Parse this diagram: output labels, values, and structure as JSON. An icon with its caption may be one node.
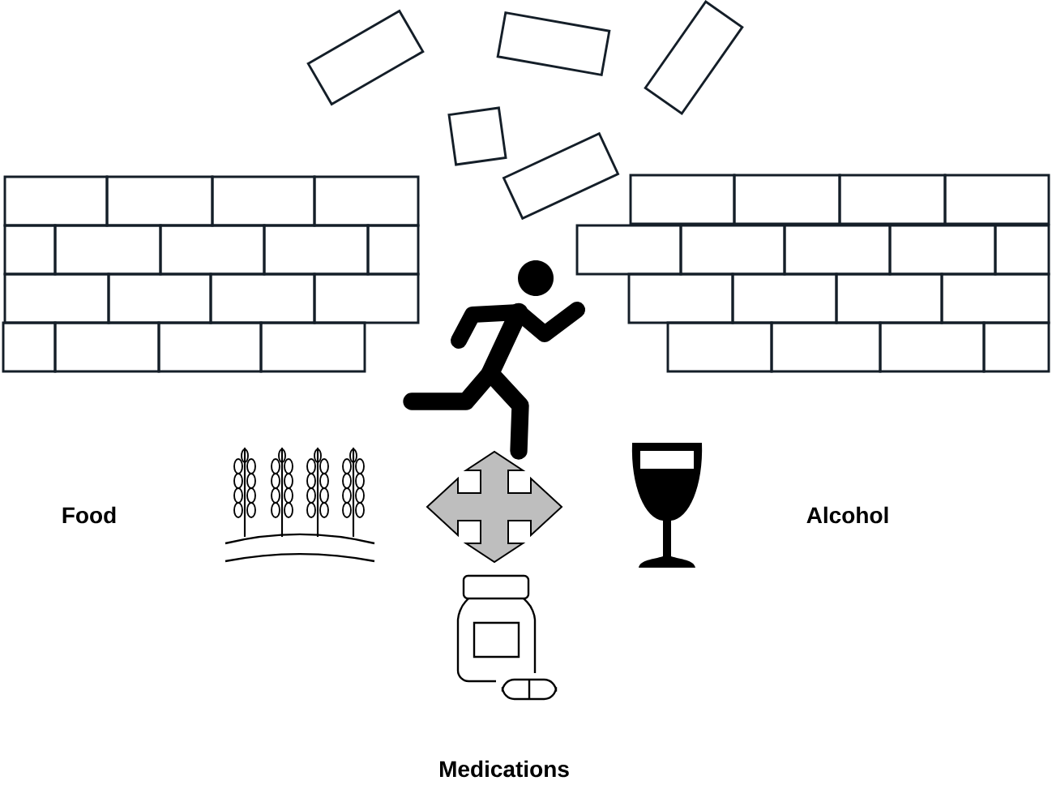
{
  "diagram": {
    "labels": [
      "Food",
      "Alcohol",
      "Medications"
    ]
  }
}
